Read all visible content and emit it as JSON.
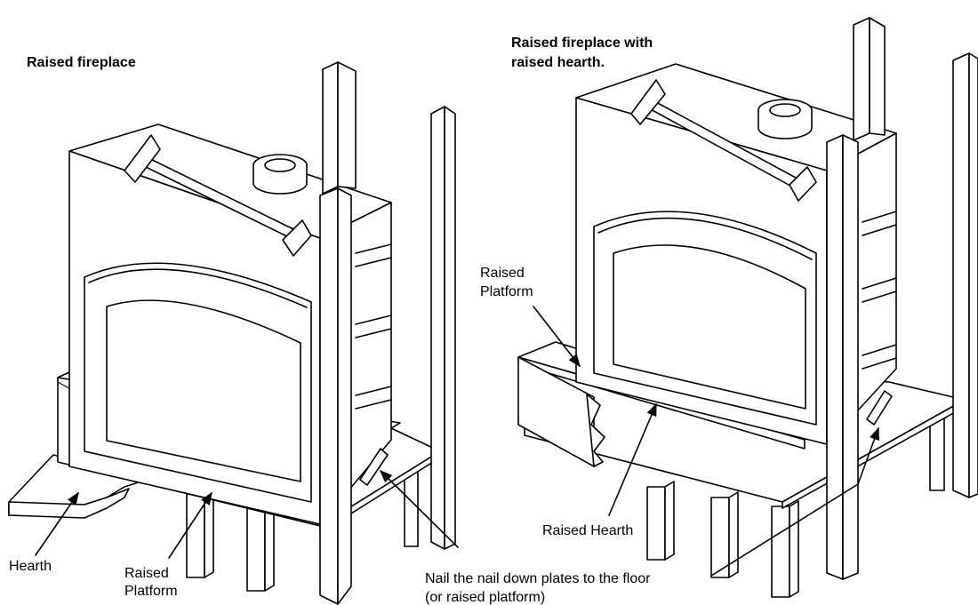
{
  "left_figure": {
    "title": "Raised fireplace",
    "labels": {
      "hearth": "Hearth",
      "raised_platform_line1": "Raised",
      "raised_platform_line2": "Platform"
    }
  },
  "right_figure": {
    "title_line1": "Raised fireplace with",
    "title_line2": "raised hearth.",
    "labels": {
      "raised_platform_line1": "Raised",
      "raised_platform_line2": "Platform",
      "raised_hearth": "Raised Hearth"
    }
  },
  "shared_note": {
    "line1": "Nail the nail down plates to the floor",
    "line2": "(or raised platform)"
  }
}
